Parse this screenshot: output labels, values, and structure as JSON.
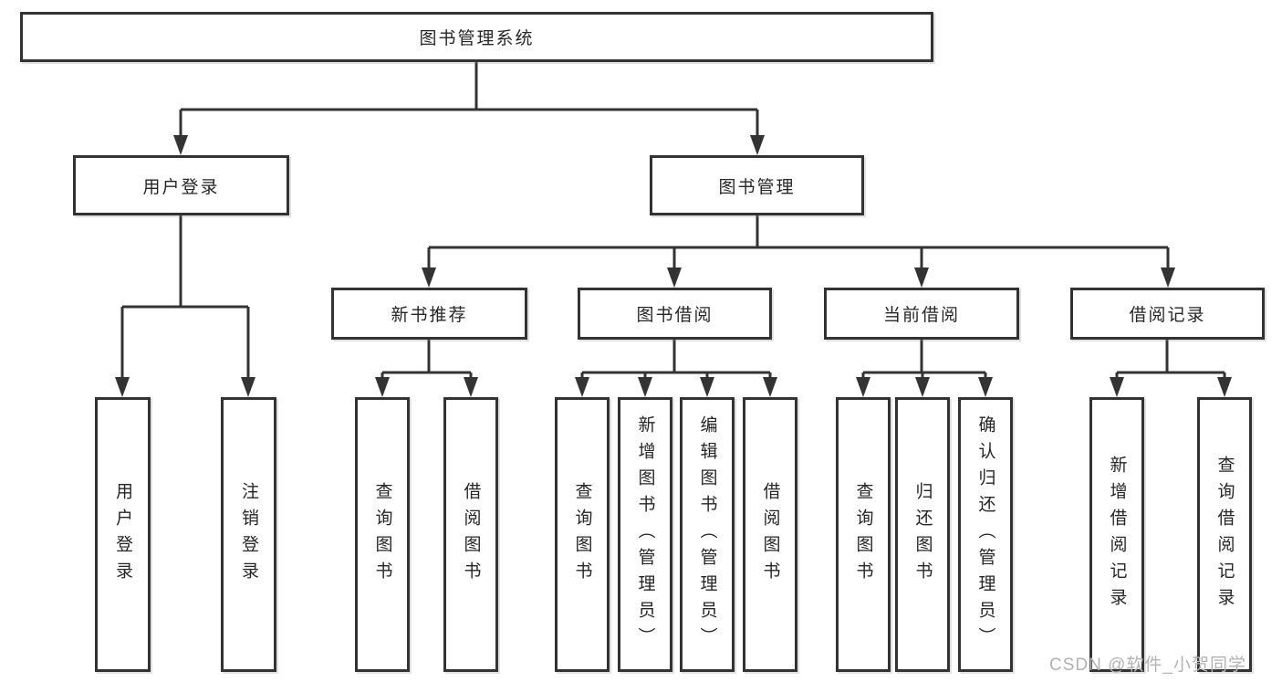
{
  "tree": {
    "label": "图书管理系统",
    "children": [
      {
        "label": "用户登录",
        "children": [
          {
            "label": "用户登录"
          },
          {
            "label": "注销登录"
          }
        ]
      },
      {
        "label": "图书管理",
        "children": [
          {
            "label": "新书推荐",
            "children": [
              {
                "label": "查询图书"
              },
              {
                "label": "借阅图书"
              }
            ]
          },
          {
            "label": "图书借阅",
            "children": [
              {
                "label": "查询图书"
              },
              {
                "label": "新增图书（管理员）"
              },
              {
                "label": "编辑图书（管理员）"
              },
              {
                "label": "借阅图书"
              }
            ]
          },
          {
            "label": "当前借阅",
            "children": [
              {
                "label": "查询图书"
              },
              {
                "label": "归还图书"
              },
              {
                "label": "确认归还（管理员）"
              }
            ]
          },
          {
            "label": "借阅记录",
            "children": [
              {
                "label": "新增借阅记录"
              },
              {
                "label": "查询借阅记录"
              }
            ]
          }
        ]
      }
    ]
  },
  "watermark": "CSDN @软件_小贺同学",
  "colors": {
    "line": "#333333",
    "text": "#262626",
    "box_bg": "#ffffff",
    "watermark": "#b3b3b3"
  }
}
